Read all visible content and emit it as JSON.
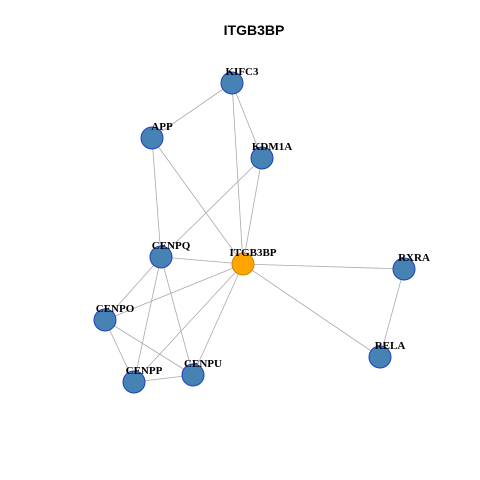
{
  "title": "ITGB3BP",
  "colors": {
    "background": "#ffffff",
    "title": "#000000",
    "edge": "#aaaaaa",
    "node_fill": "#4682b4",
    "node_stroke": "#1f3fbf",
    "center_fill": "#ffa500",
    "center_stroke": "#c8860a",
    "label": "#000000"
  },
  "center_node": "ITGB3BP",
  "nodes": [
    "KIFC3",
    "APP",
    "KDM1A",
    "CENPQ",
    "ITGB3BP",
    "RXRA",
    "CENPO",
    "RELA",
    "CENPP",
    "CENPU"
  ],
  "edges": [
    [
      "KIFC3",
      "APP"
    ],
    [
      "KIFC3",
      "KDM1A"
    ],
    [
      "KIFC3",
      "ITGB3BP"
    ],
    [
      "APP",
      "CENPQ"
    ],
    [
      "APP",
      "ITGB3BP"
    ],
    [
      "KDM1A",
      "CENPQ"
    ],
    [
      "KDM1A",
      "ITGB3BP"
    ],
    [
      "CENPQ",
      "ITGB3BP"
    ],
    [
      "CENPQ",
      "CENPO"
    ],
    [
      "CENPQ",
      "CENPP"
    ],
    [
      "CENPQ",
      "CENPU"
    ],
    [
      "ITGB3BP",
      "RXRA"
    ],
    [
      "ITGB3BP",
      "RELA"
    ],
    [
      "ITGB3BP",
      "CENPO"
    ],
    [
      "ITGB3BP",
      "CENPP"
    ],
    [
      "ITGB3BP",
      "CENPU"
    ],
    [
      "RXRA",
      "RELA"
    ],
    [
      "CENPO",
      "CENPP"
    ],
    [
      "CENPO",
      "CENPU"
    ],
    [
      "CENPP",
      "CENPU"
    ]
  ]
}
